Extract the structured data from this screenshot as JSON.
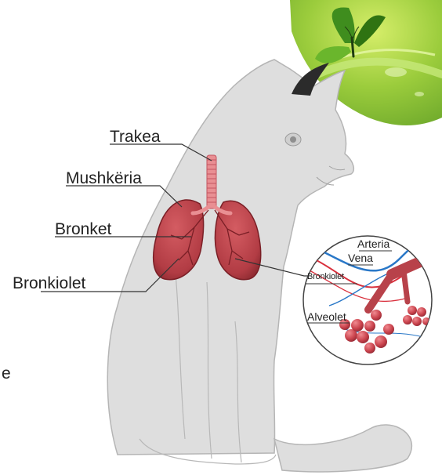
{
  "labels": {
    "trakea": "Trakea",
    "mushkeria": "Mushkëria",
    "bronket": "Bronket",
    "bronkiolet": "Bronkiolet"
  },
  "inset_labels": {
    "arteria": "Arteria",
    "vena": "Vena",
    "bronkiolet": "Bronkiolet",
    "alveolet": "Alveolet"
  },
  "edge_text": "e",
  "colors": {
    "cat_body": "#dedede",
    "lung": "#b8424a",
    "trachea": "#e98f93",
    "leaf_green": "#8cc63f",
    "artery": "#d9303d",
    "vein": "#2a78c8"
  }
}
